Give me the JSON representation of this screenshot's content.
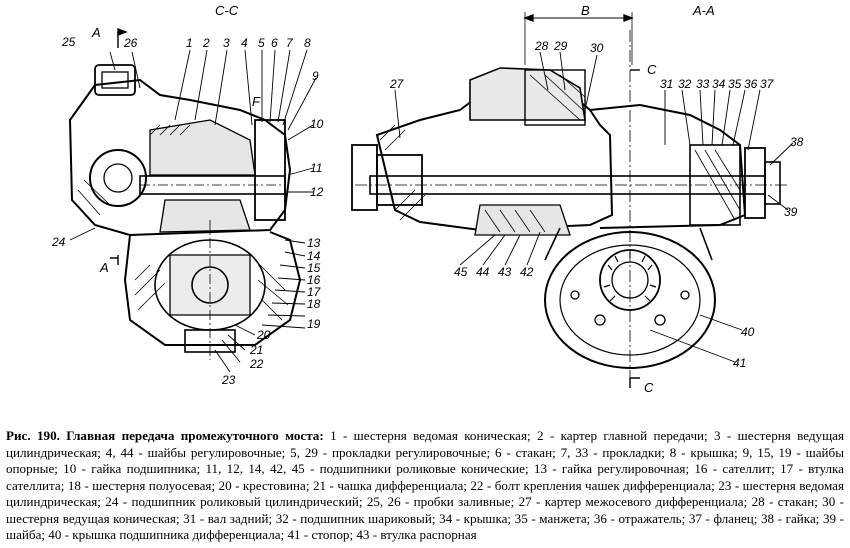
{
  "figure": {
    "section_labels": {
      "cc": "C-C",
      "aa": "A-A",
      "a_top": "A",
      "a_bottom": "A",
      "c_top": "C",
      "c_bottom": "C",
      "b": "B",
      "f": "F"
    },
    "callouts": [
      "1",
      "2",
      "3",
      "4",
      "5",
      "6",
      "7",
      "8",
      "9",
      "10",
      "11",
      "12",
      "13",
      "14",
      "15",
      "16",
      "17",
      "18",
      "19",
      "20",
      "21",
      "22",
      "23",
      "24",
      "25",
      "26",
      "27",
      "28",
      "29",
      "30",
      "31",
      "32",
      "33",
      "34",
      "35",
      "36",
      "37",
      "38",
      "39",
      "40",
      "41",
      "42",
      "43",
      "44",
      "45"
    ]
  },
  "caption": {
    "title": "Рис. 190. Главная передача промежуточного моста:",
    "body": " 1 - шестерня ведомая коническая; 2 - картер главной передачи; 3 - шестерня ведущая цилиндрическая; 4, 44 - шайбы регулировочные; 5, 29 - прокладки регулировочные; 6 - стакан; 7, 33 - прокладки; 8 - крышка; 9, 15, 19 - шайбы опорные; 10 - гайка подшипника; 11, 12, 14, 42, 45 - подшипники роликовые конические; 13 - гайка регулировочная; 16 - сателлит; 17 - втулка сателлита; 18 - шестерня полуосевая; 20 - крестовина; 21 - чашка дифференциала; 22 - болт крепления чашек дифференциала; 23 - шестерня ведомая цилиндрическая; 24 - подшипник роликовый цилиндрический; 25, 26 - пробки заливные; 27 - картер межосевого дифференциала; 28 - стакан; 30 - шестерня ведущая коническая; 31 - вал задний; 32 - подшипник шариковый; 34 - крышка; 35 - манжета; 36 - отражатель; 37 - фланец; 38 - гайка; 39 - шайба; 40 - крышка подшипника дифференциала; 41 - стопор; 43 - втулка распорная"
  }
}
